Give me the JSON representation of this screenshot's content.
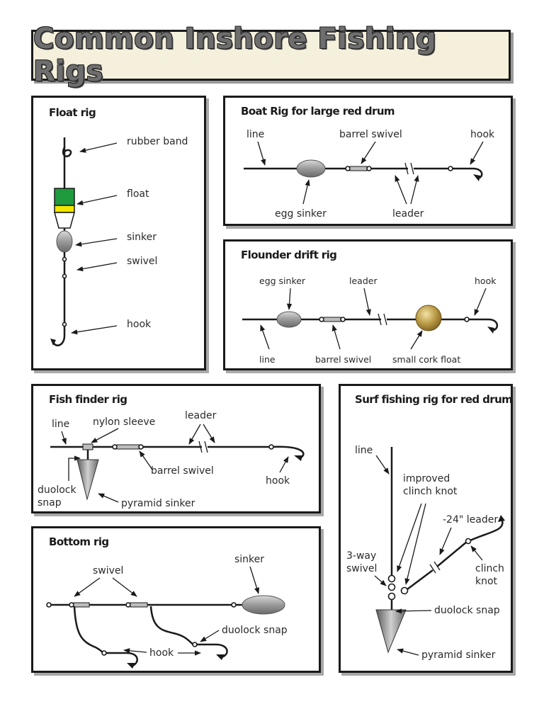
{
  "title": "Common Inshore Fishing Rigs",
  "colors": {
    "float_top": "#1f9a3c",
    "float_band": "#f2e600",
    "cork": "#b89a45",
    "sinker": "#8d8d8d"
  },
  "float_rig": {
    "title": "Float rig",
    "rubber_band": "rubber band",
    "float": "float",
    "sinker": "sinker",
    "swivel": "swivel",
    "hook": "hook"
  },
  "boat_rig": {
    "title": "Boat Rig for large red drum",
    "line": "line",
    "barrel_swivel": "barrel swivel",
    "hook": "hook",
    "egg_sinker": "egg sinker",
    "leader": "leader"
  },
  "flounder_rig": {
    "title": "Flounder drift rig",
    "egg_sinker": "egg sinker",
    "leader": "leader",
    "hook": "hook",
    "line": "line",
    "barrel_swivel": "barrel swivel",
    "cork_float": "small cork float"
  },
  "fish_finder_rig": {
    "title": "Fish finder rig",
    "line": "line",
    "nylon_sleeve": "nylon sleeve",
    "leader": "leader",
    "barrel_swivel": "barrel swivel",
    "hook": "hook",
    "duolock_snap_1": "duolock",
    "duolock_snap_2": "snap",
    "pyramid_sinker": "pyramid sinker"
  },
  "bottom_rig": {
    "title": "Bottom rig",
    "swivel": "swivel",
    "sinker": "sinker",
    "duolock_snap": "duolock snap",
    "hook": "hook"
  },
  "surf_rig": {
    "title": "Surf fishing rig for red drum",
    "line": "line",
    "clinch_1": "improved",
    "clinch_2": "clinch knot",
    "leader": "-24\" leader",
    "swivel_1": "3-way",
    "swivel_2": "swivel",
    "knot_1": "clinch",
    "knot_2": "knot",
    "duolock_snap": "duolock snap",
    "pyramid_sinker": "pyramid sinker"
  }
}
